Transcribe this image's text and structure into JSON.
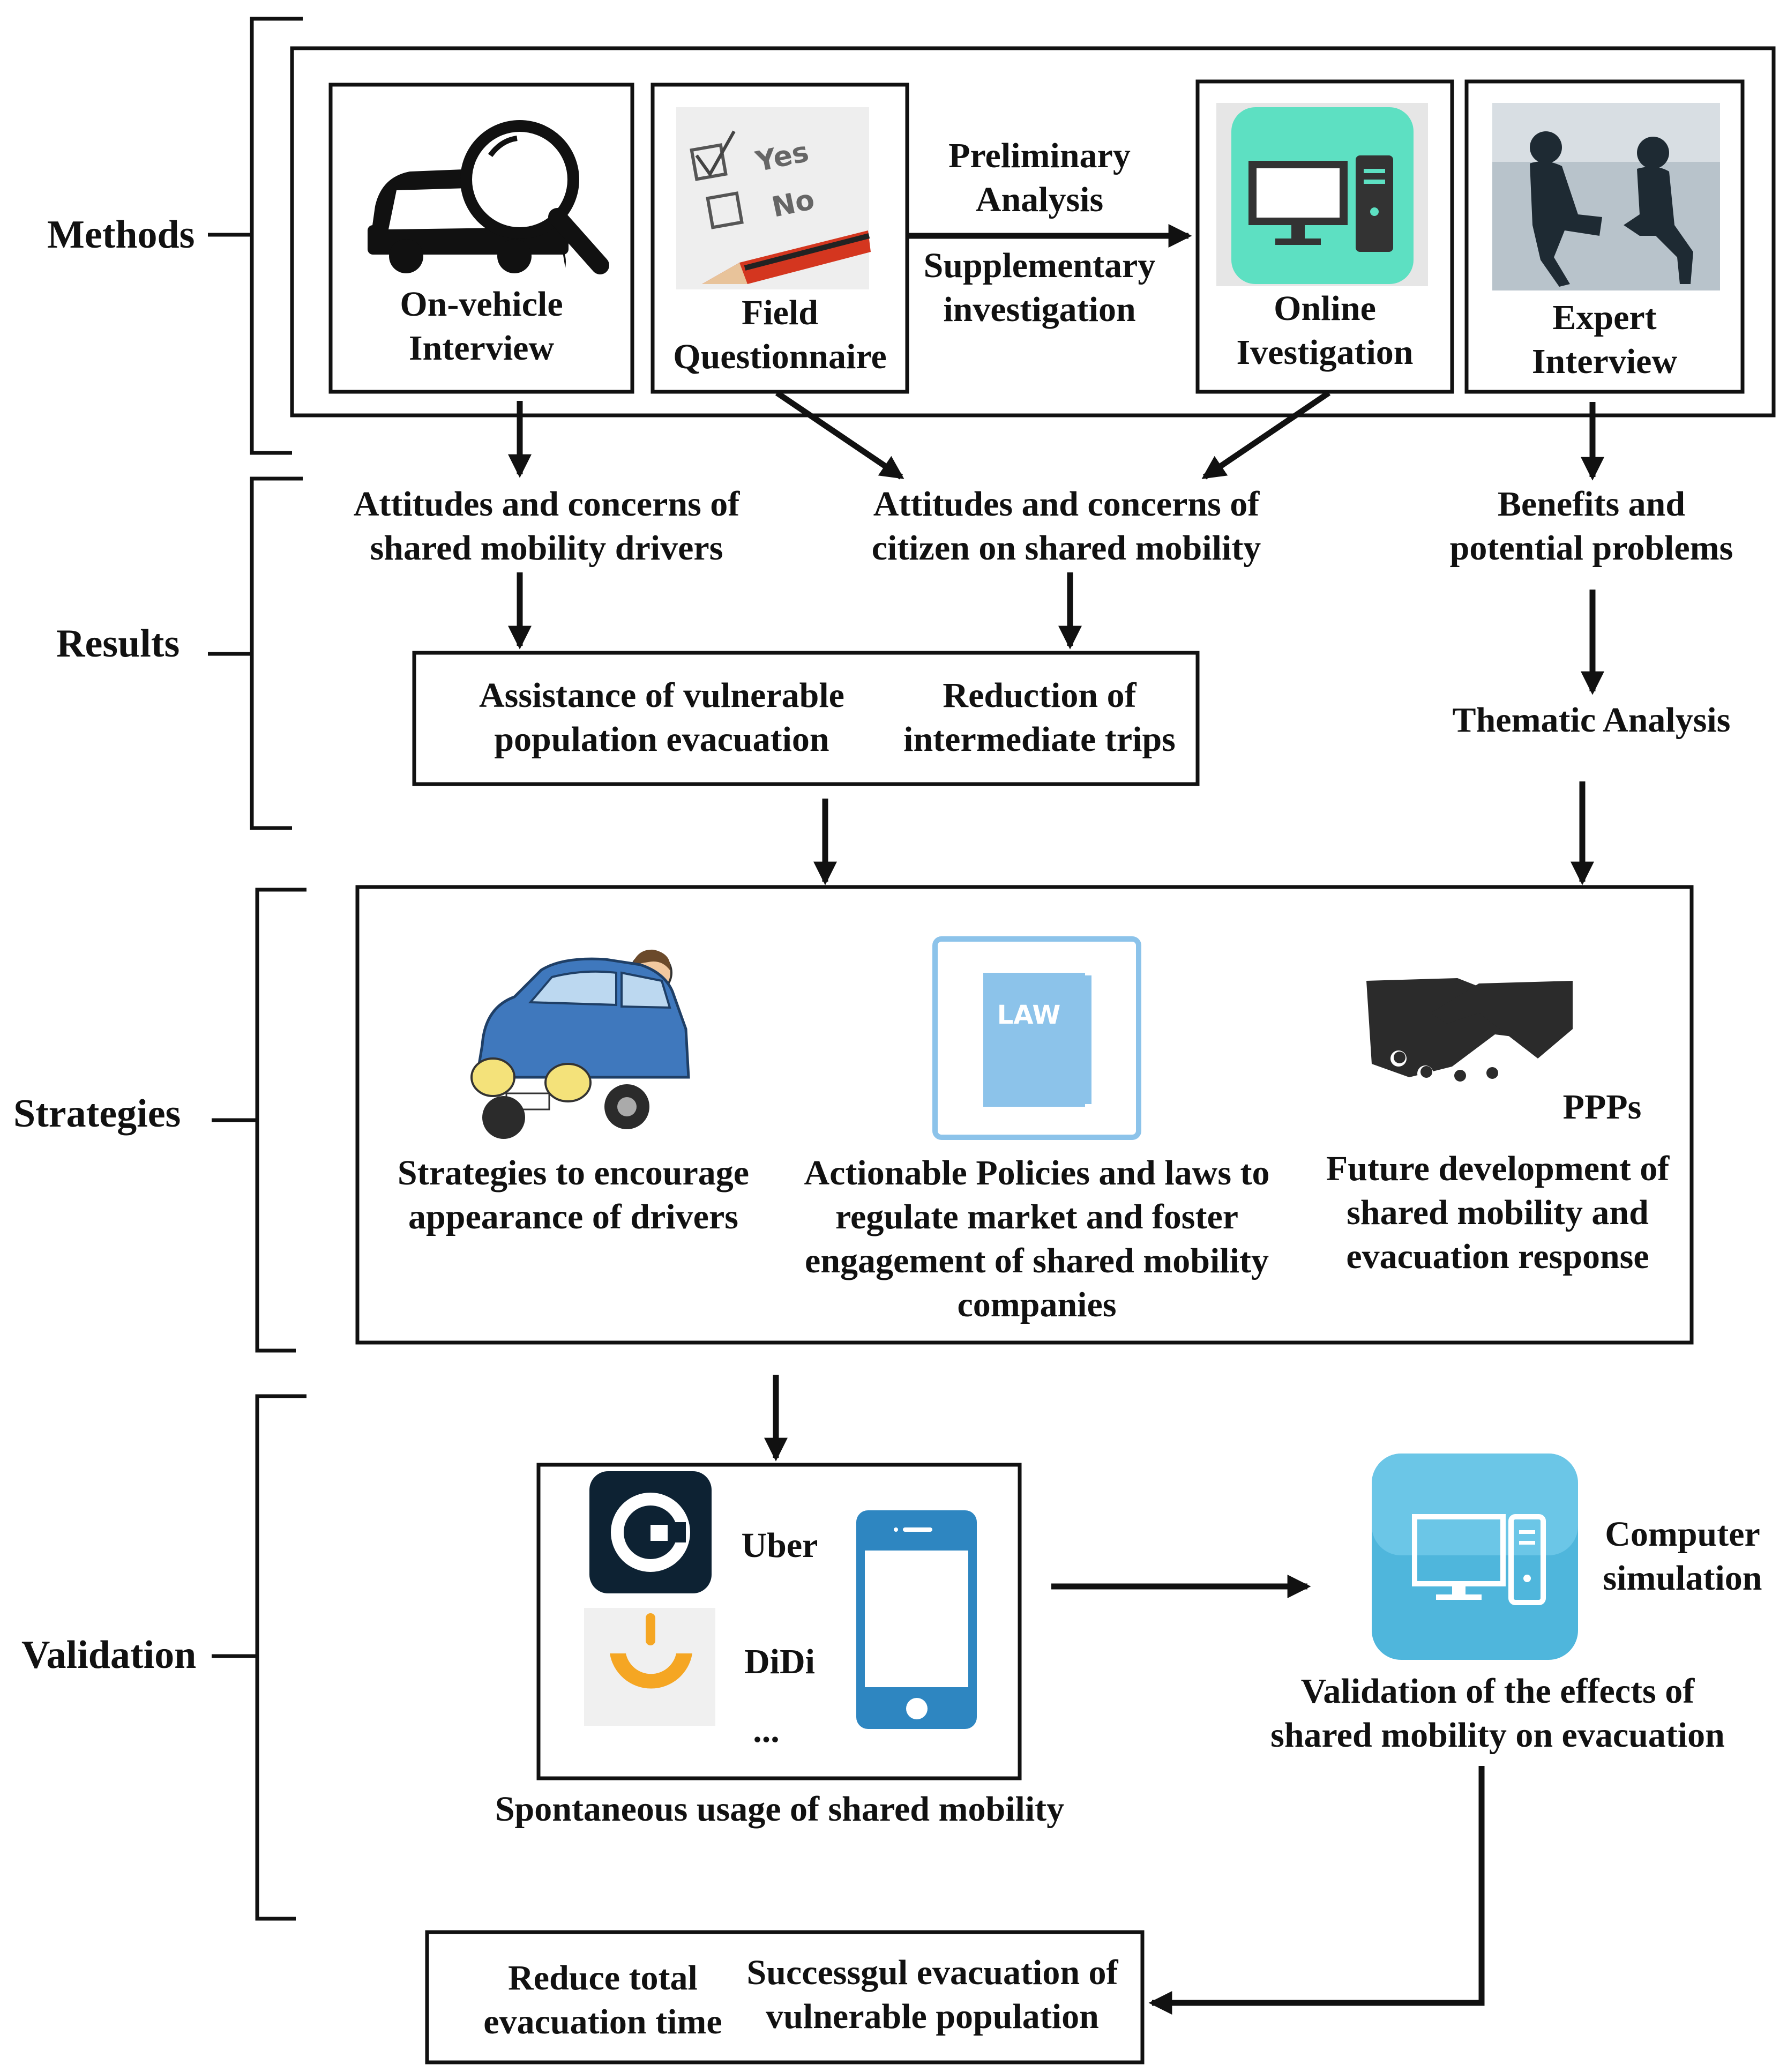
{
  "sections": {
    "methods": "Methods",
    "results": "Results",
    "strategies": "Strategies",
    "validation": "Validation"
  },
  "methods": {
    "on_vehicle": [
      "On-vehicle",
      "Interview"
    ],
    "field": [
      "Field",
      "Questionnaire"
    ],
    "questionnaire_options": [
      "Yes",
      "No"
    ],
    "arrow_top": [
      "Preliminary",
      "Analysis"
    ],
    "arrow_bottom": [
      "Supplementary",
      "investigation"
    ],
    "online": [
      "Online",
      "Ivestigation"
    ],
    "expert": [
      "Expert",
      "Interview"
    ]
  },
  "results": {
    "drivers": [
      "Attitudes and concerns of",
      "shared mobility drivers"
    ],
    "citizens": [
      "Attitudes and concerns of",
      "citizen on shared mobility"
    ],
    "benefits": [
      "Benefits and",
      "potential problems"
    ],
    "assistance": [
      "Assistance of vulnerable",
      "population evacuation"
    ],
    "reduction": [
      "Reduction of",
      "intermediate trips"
    ],
    "thematic": "Thematic Analysis"
  },
  "strategies": {
    "drivers": [
      "Strategies to encourage",
      "appearance of drivers"
    ],
    "law_label": "LAW",
    "policies": [
      "Actionable Policies and laws to",
      "regulate market and foster",
      "engagement of shared mobility",
      "companies"
    ],
    "ppps": "PPPs",
    "future": [
      "Future development of",
      "shared mobility and",
      "evacuation response"
    ]
  },
  "validation": {
    "uber": "Uber",
    "didi": "DiDi",
    "ellipsis": "...",
    "spontaneous": "Spontaneous usage of shared mobility",
    "computer": [
      "Computer",
      "simulation"
    ],
    "effects": [
      "Validation of the effects of",
      "shared mobility on evacuation"
    ],
    "reduce": [
      "Reduce total",
      "evacuation time"
    ],
    "success": [
      "Successgul evacuation of",
      "vulnerable population"
    ]
  },
  "colors": {
    "line": "#111111",
    "online_icon": "#5de0c2",
    "uber_bg": "#0d2233",
    "didi_orange": "#f5a623",
    "phone_blue": "#2e86c1",
    "sim_blue": "#4fb6dc",
    "law_blue": "#8cc3ea",
    "car_blue": "#3f78bd"
  }
}
